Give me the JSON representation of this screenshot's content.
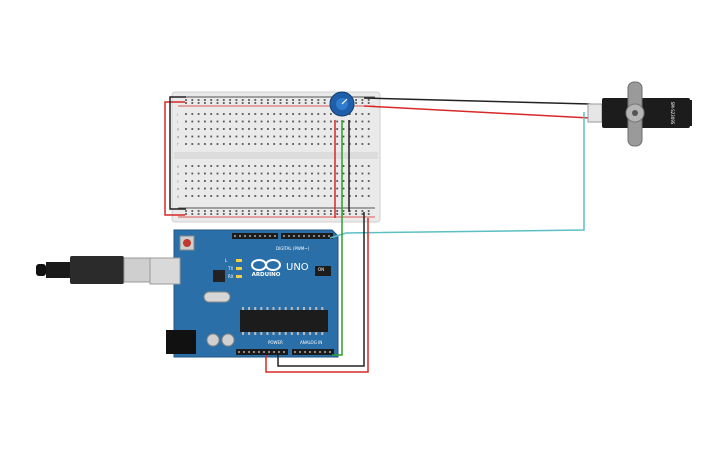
{
  "arduino": {
    "logo_text": "ARDUINO",
    "model": "UNO",
    "digital_header": "DIGITAL (PWM~)",
    "power_header": "POWER",
    "analog_header": "ANALOG IN",
    "tx_label": "TX",
    "rx_label": "RX",
    "l_label": "L",
    "on_label": "ON"
  },
  "breadboard": {
    "row_letters_top": [
      "j",
      "i",
      "h",
      "g",
      "f"
    ],
    "row_letters_bottom": [
      "e",
      "d",
      "c",
      "b",
      "a"
    ]
  },
  "servo": {
    "label": "SM-S2309S"
  },
  "wires": {
    "colors": {
      "power": "#d62828",
      "ground": "#222222",
      "signal_green": "#2ca02c",
      "servo_signal": "#5bbfc4"
    }
  },
  "colors": {
    "board": "#2a6fa8",
    "breadboard": "#e8e8e8",
    "potentiometer": "#1f5ea8"
  }
}
